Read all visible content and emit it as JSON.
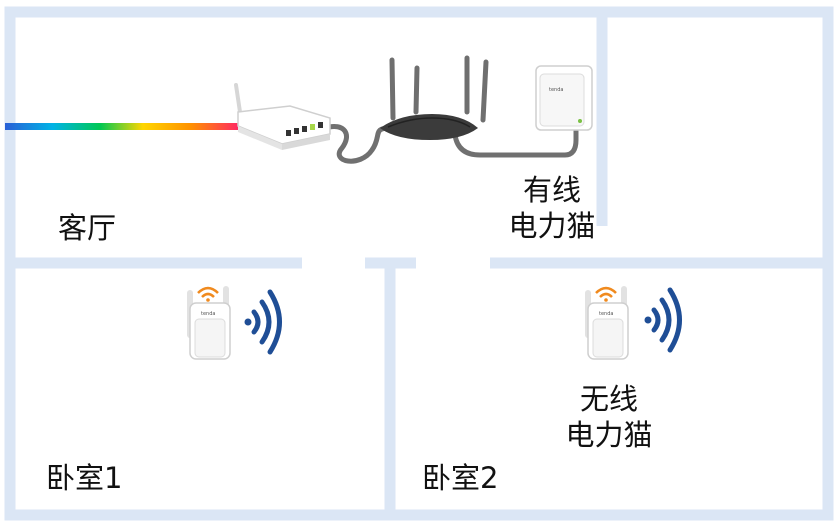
{
  "rooms": {
    "living_room": "客厅",
    "bedroom1": "卧室1",
    "bedroom2": "卧室2"
  },
  "devices": {
    "wired_adapter": {
      "line1": "有线",
      "line2": "电力猫"
    },
    "wireless_adapter": {
      "line1": "无线",
      "line2": "电力猫"
    },
    "brand_text": "tenda"
  },
  "colors": {
    "wall": "#dbe6f5",
    "router_body": "#3b3b3b",
    "antenna": "#6f6f6f",
    "cable": "#707070",
    "wifi_wave": "#1f4e96",
    "signal_orange": "#f08a1e",
    "fiber_gradient": [
      "#2a5fd6",
      "#00b3e6",
      "#00c853",
      "#ffd600",
      "#ff9100",
      "#ff1f6b"
    ]
  },
  "icons": [
    "fiber-line",
    "modem-icon",
    "router-icon",
    "powerline-adapter-icon",
    "wifi-extender-icon",
    "wifi-waves-icon"
  ]
}
